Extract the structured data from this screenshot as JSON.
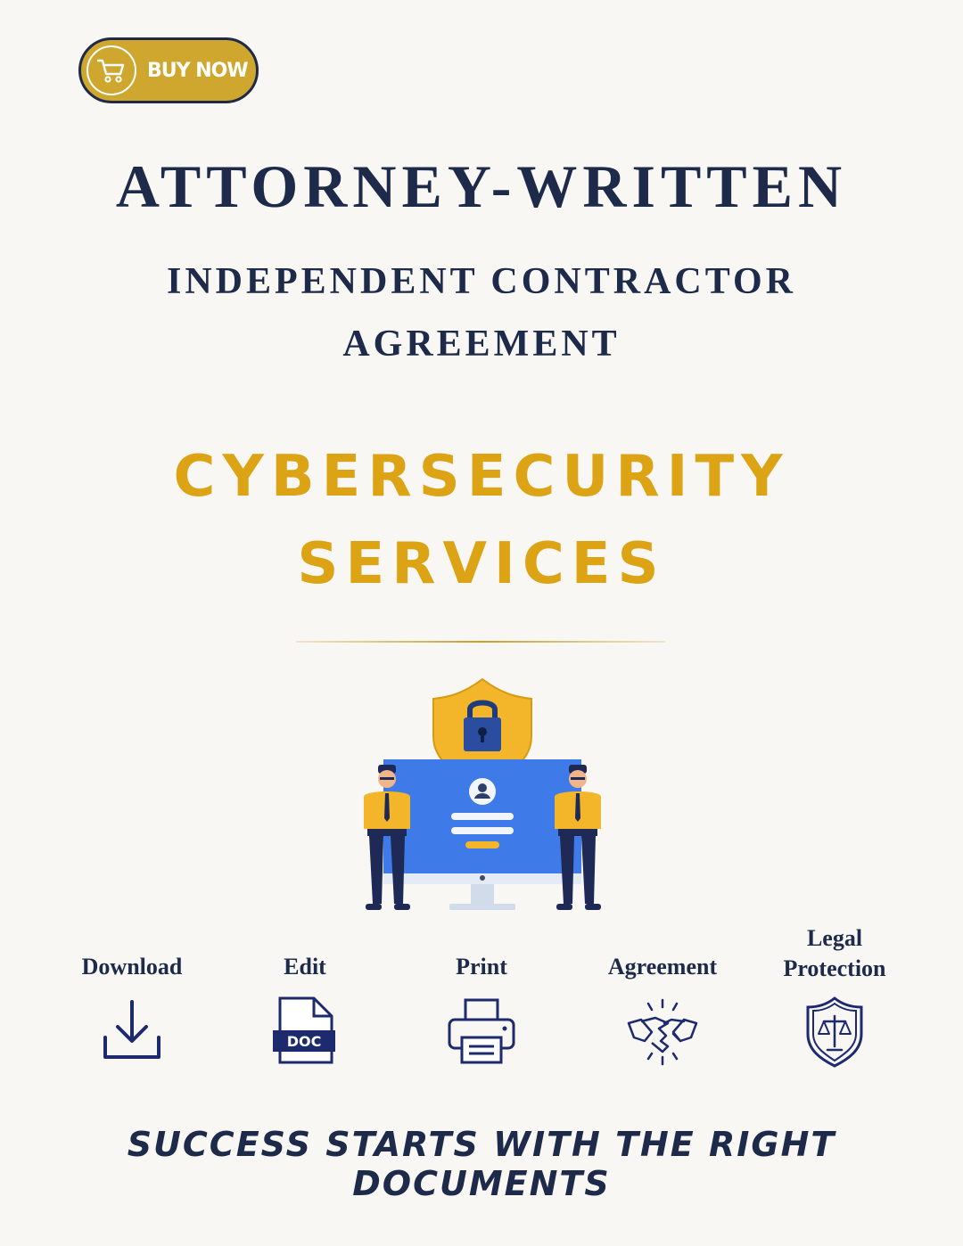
{
  "buy_button": {
    "label": "BUY NOW",
    "icon": "cart-icon"
  },
  "heading": {
    "title": "ATTORNEY-WRITTEN",
    "subtitle_line1": "INDEPENDENT CONTRACTOR",
    "subtitle_line2": "AGREEMENT"
  },
  "product": {
    "line1": "CYBERSECURITY",
    "line2": "SERVICES"
  },
  "features": [
    {
      "label": "Download",
      "icon": "download-icon"
    },
    {
      "label": "Edit",
      "icon": "doc-file-icon",
      "badge": "DOC"
    },
    {
      "label": "Print",
      "icon": "printer-icon"
    },
    {
      "label": "Agreement",
      "icon": "handshake-icon"
    },
    {
      "label_line1": "Legal",
      "label_line2": "Protection",
      "icon": "shield-scales-icon"
    }
  ],
  "tagline": "SUCCESS STARTS WITH THE RIGHT DOCUMENTS",
  "colors": {
    "navy": "#1e2a4a",
    "gold": "#dca414",
    "button_gold": "#cfa72e",
    "screen_blue": "#3f7be8",
    "background": "#f8f7f4"
  }
}
